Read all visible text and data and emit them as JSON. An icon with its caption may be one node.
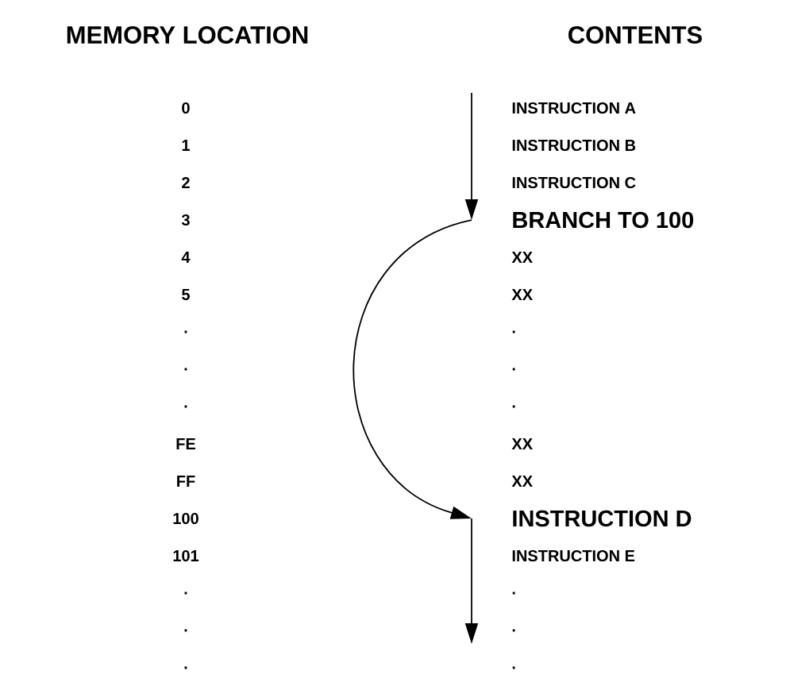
{
  "diagram": {
    "nodes": [
      {
        "text": [
          "BRANCH TO 100"
        ]
      },
      {
        "text": [
          "INSTRUCTION D"
        ]
      }
    ],
    "edges": [
      {
        "from": null,
        "to": 0,
        "arrow": "to"
      },
      {
        "from": 0,
        "to": 1,
        "arrow": "to"
      },
      {
        "from": 1,
        "to": null,
        "arrow": "to"
      }
    ],
    "labels": [
      "MEMORY LOCATION",
      "CONTENTS",
      "0",
      "INSTRUCTION A",
      "1",
      "INSTRUCTION B",
      "2",
      "INSTRUCTION C",
      "3",
      "4",
      "XX",
      "5",
      "XX",
      ".",
      ".",
      ".",
      ".",
      ".",
      ".",
      "FE",
      "XX",
      "FF",
      "XX",
      "100",
      "101",
      "INSTRUCTION E",
      ".",
      ".",
      ".",
      ".",
      ".",
      "."
    ]
  }
}
